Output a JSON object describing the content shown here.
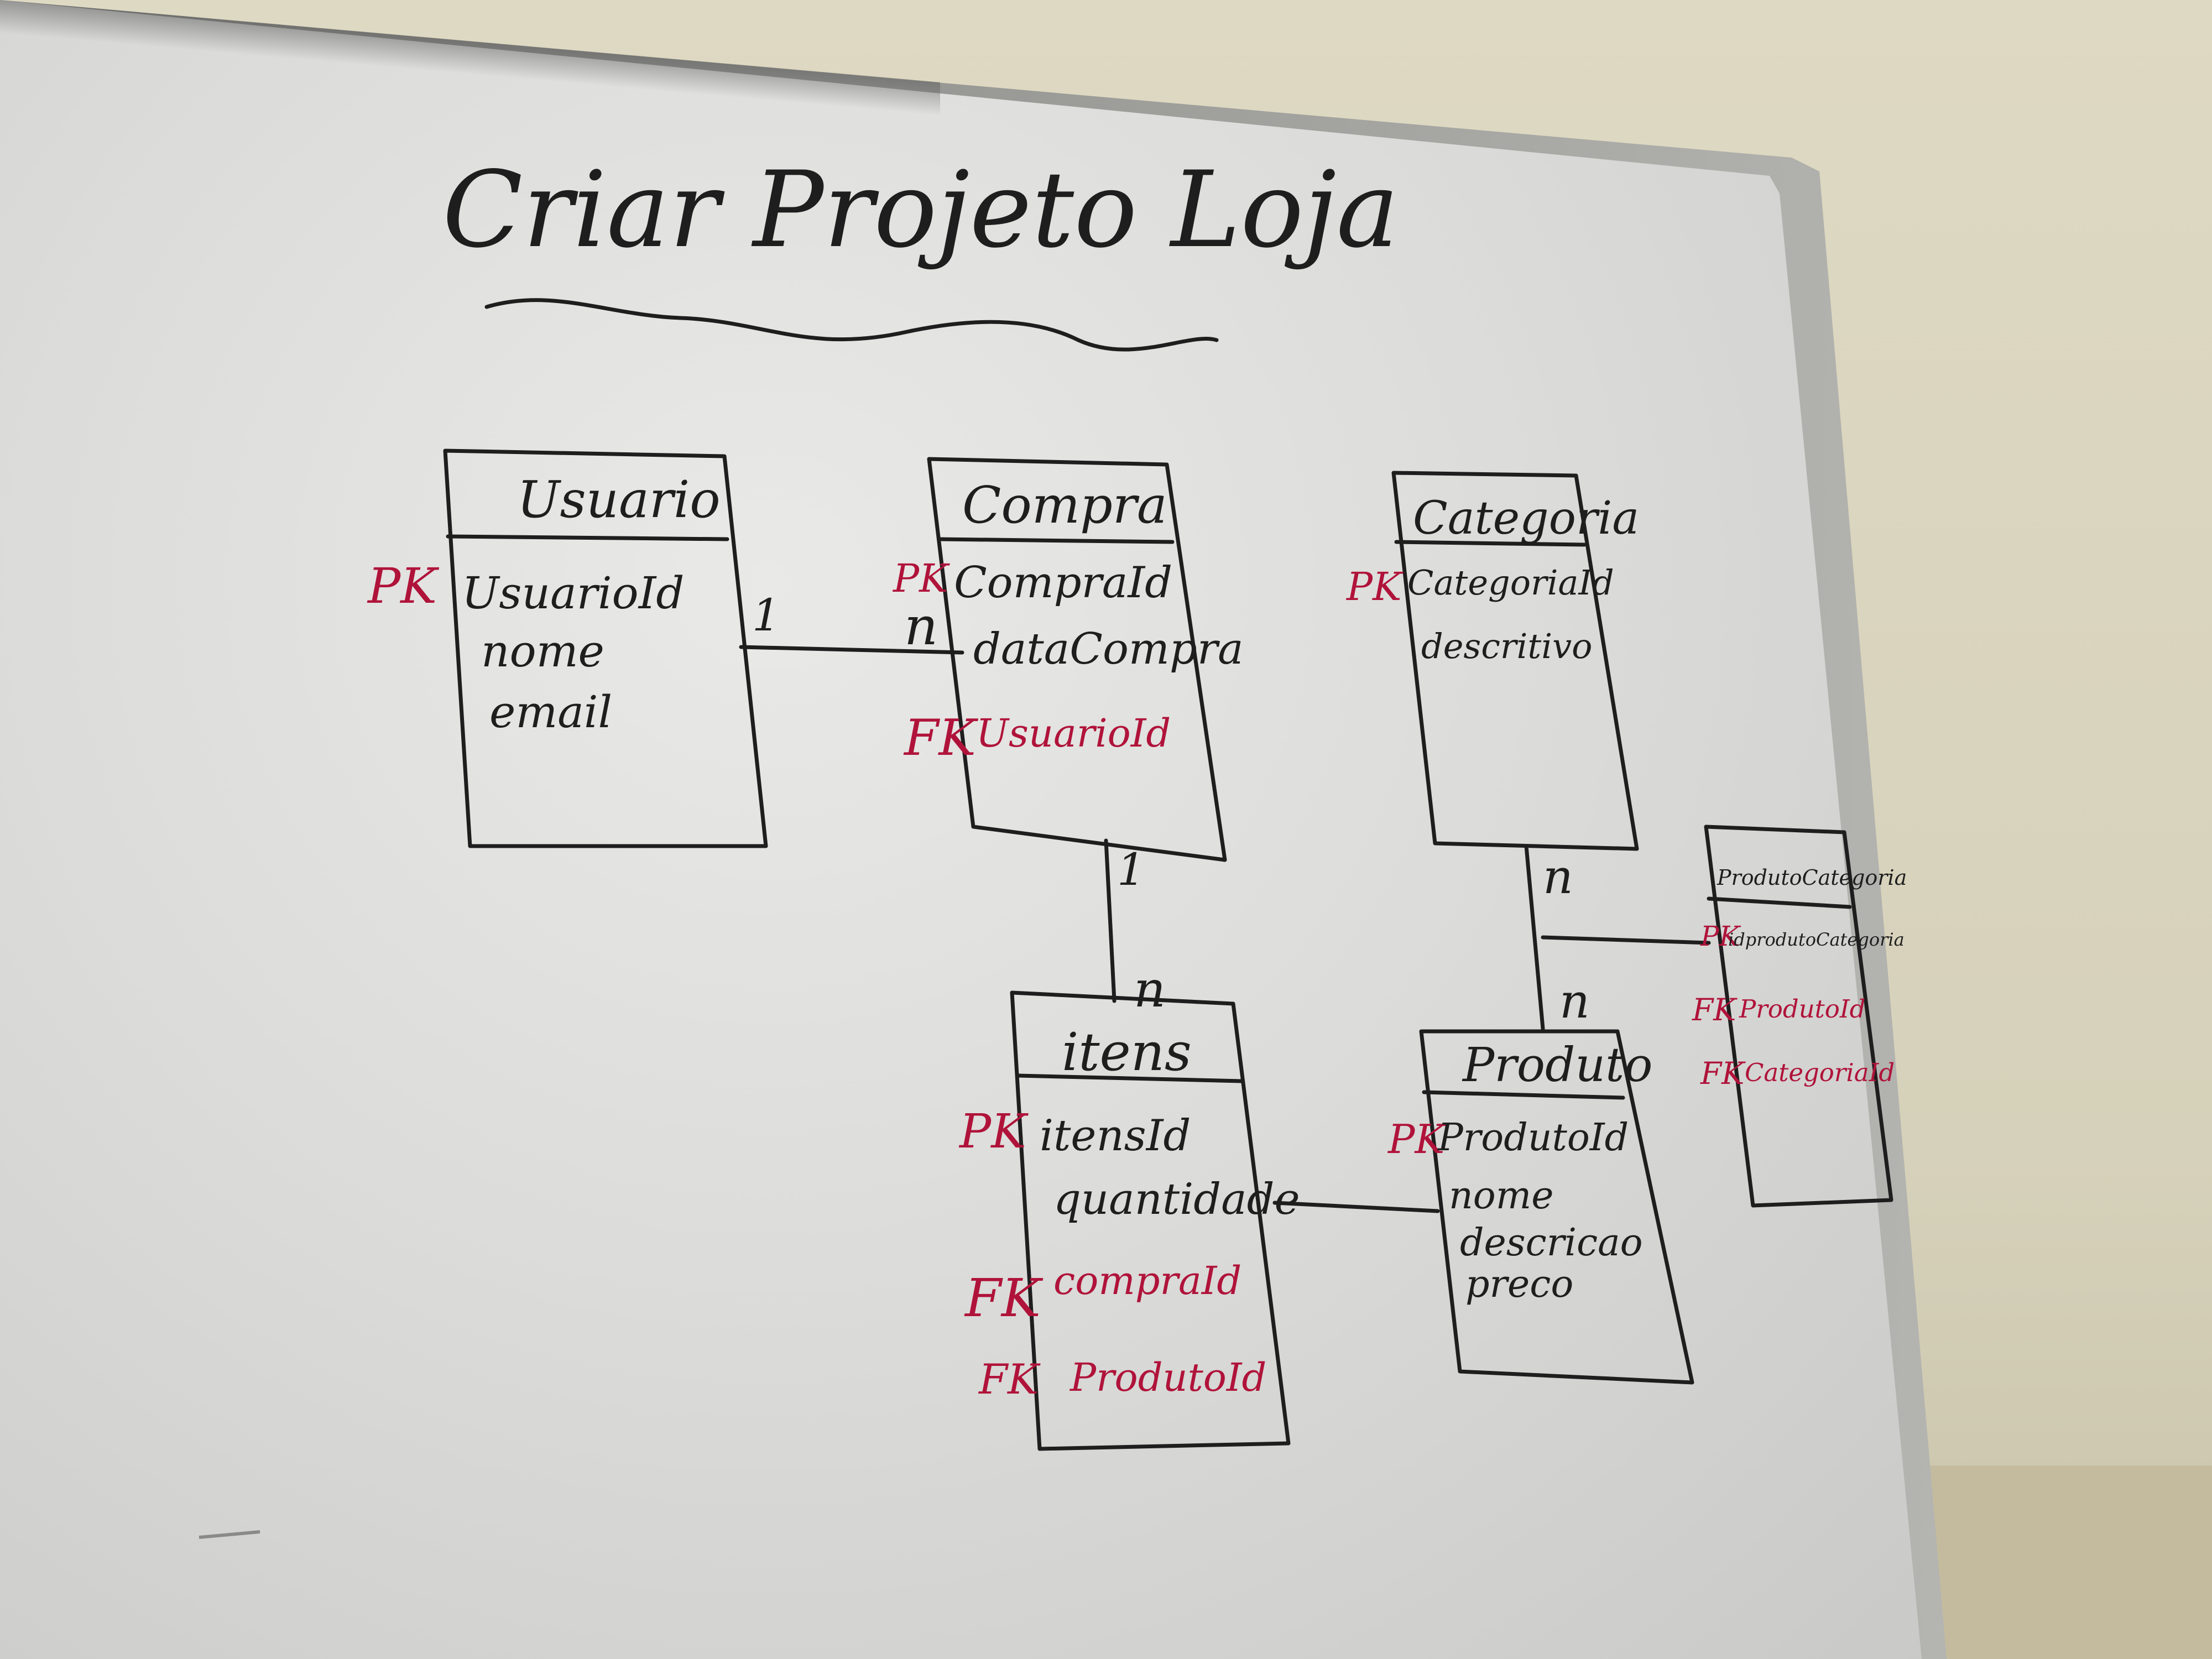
{
  "title": "Criar Projeto Loja",
  "colors": {
    "ink": "#1e1e1e",
    "red_marker": "#b0133a",
    "board": "#e2e2e0",
    "wall": "#d8d3bd"
  },
  "entities": {
    "usuario": {
      "name": "Usuario",
      "fields": [
        {
          "key": "PK",
          "name": "UsuarioId"
        },
        {
          "key": "",
          "name": "nome"
        },
        {
          "key": "",
          "name": "email"
        }
      ]
    },
    "compra": {
      "name": "Compra",
      "fields": [
        {
          "key": "PK",
          "name": "CompraId"
        },
        {
          "key": "",
          "name": "dataCompra"
        },
        {
          "key": "FK",
          "name": "UsuarioId"
        }
      ]
    },
    "categoria": {
      "name": "Categoria",
      "fields": [
        {
          "key": "PK",
          "name": "CategoriaId"
        },
        {
          "key": "",
          "name": "descritivo"
        }
      ]
    },
    "itens": {
      "name": "itens",
      "fields": [
        {
          "key": "PK",
          "name": "itensId"
        },
        {
          "key": "",
          "name": "quantidade"
        },
        {
          "key": "FK",
          "name": "compraId"
        },
        {
          "key": "FK",
          "name": "ProdutoId"
        }
      ]
    },
    "produto": {
      "name": "Produto",
      "fields": [
        {
          "key": "PK",
          "name": "ProdutoId"
        },
        {
          "key": "",
          "name": "nome"
        },
        {
          "key": "",
          "name": "descricao"
        },
        {
          "key": "",
          "name": "preco"
        }
      ]
    },
    "produtocategoria": {
      "name": "ProdutoCategoria",
      "fields": [
        {
          "key": "PK",
          "name": "idprodutoCategoria"
        },
        {
          "key": "FK",
          "name": "ProdutoId"
        },
        {
          "key": "FK",
          "name": "CategoriaId"
        }
      ]
    }
  },
  "relations": {
    "usuario_compra": {
      "from": "1",
      "to": "n"
    },
    "compra_itens": {
      "from": "1",
      "to": "n"
    },
    "categoria_produto": {
      "from": "n",
      "to": "n"
    }
  }
}
